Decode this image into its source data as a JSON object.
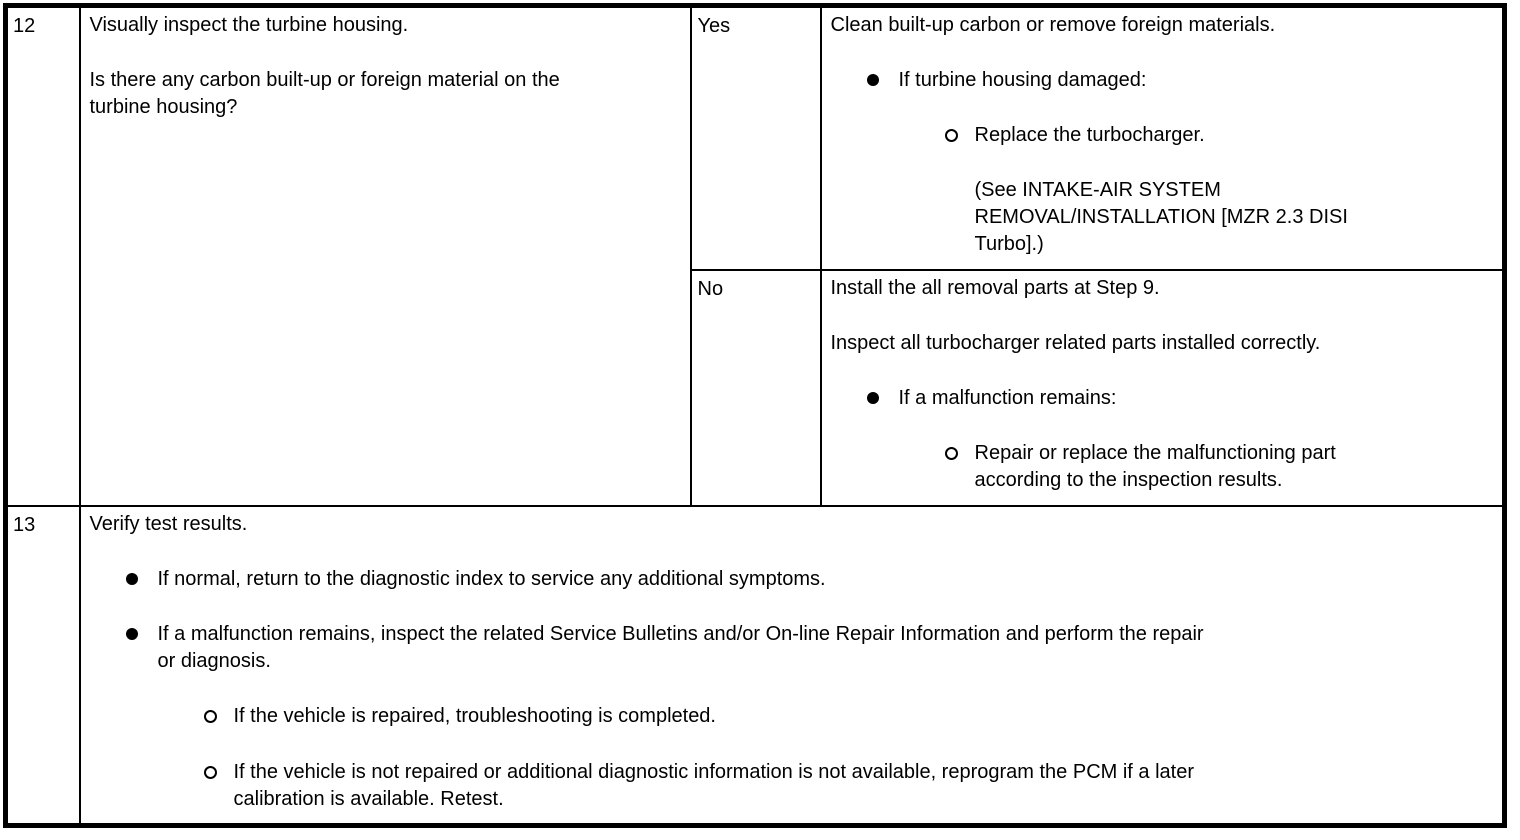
{
  "colors": {
    "background": "#ffffff",
    "border": "#000000",
    "text": "#000000"
  },
  "icons": {
    "level1_bullet": "filled-circle-bullet",
    "level2_bullet": "open-circle-bullet"
  },
  "table": {
    "row12": {
      "step": "12",
      "inspection": {
        "action": "Visually inspect the turbine housing.",
        "question": "Is there any carbon built-up or foreign material on the\nturbine housing?"
      },
      "yes": {
        "label": "Yes",
        "intro": "Clean built-up carbon or remove foreign materials.",
        "condition": "If turbine housing damaged:",
        "action": "Replace the turbocharger.",
        "reference": "(See INTAKE-AIR SYSTEM\nREMOVAL/INSTALLATION [MZR 2.3 DISI\nTurbo].)"
      },
      "no": {
        "label": "No",
        "intro1": "Install the all removal parts at Step 9.",
        "intro2": "Inspect all turbocharger related parts installed correctly.",
        "condition": "If a malfunction remains:",
        "action": "Repair or replace the malfunctioning part\naccording to the inspection results."
      }
    },
    "row13": {
      "step": "13",
      "intro": "Verify test results.",
      "bullet1": "If normal, return to the diagnostic index to service any additional symptoms.",
      "bullet2": "If a malfunction remains, inspect the related Service Bulletins and/or On-line Repair Information and perform the repair\nor diagnosis.",
      "sub1": "If the vehicle is repaired, troubleshooting is completed.",
      "sub2": "If the vehicle is not repaired or additional diagnostic information is not available, reprogram the PCM if a later\ncalibration is available. Retest."
    }
  }
}
